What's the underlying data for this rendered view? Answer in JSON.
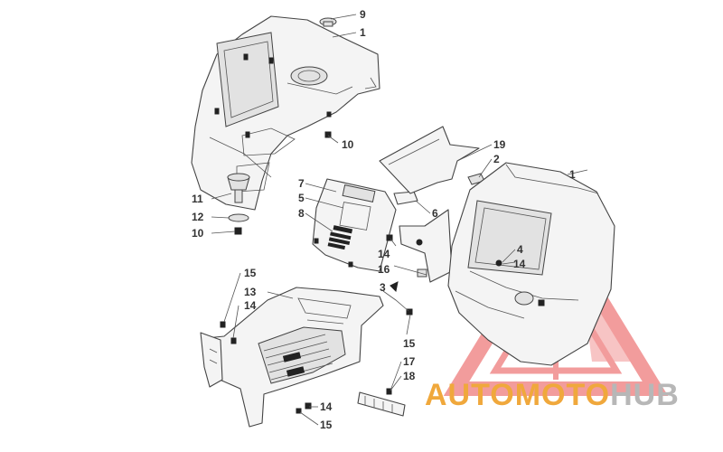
{
  "diagram": {
    "callouts": [
      {
        "id": "c9a",
        "label": "9"
      },
      {
        "id": "c1a",
        "label": "1"
      },
      {
        "id": "c10a",
        "label": "10"
      },
      {
        "id": "c11",
        "label": "11"
      },
      {
        "id": "c12",
        "label": "12"
      },
      {
        "id": "c10b",
        "label": "10"
      },
      {
        "id": "c7",
        "label": "7"
      },
      {
        "id": "c5",
        "label": "5"
      },
      {
        "id": "c8",
        "label": "8"
      },
      {
        "id": "c6",
        "label": "6"
      },
      {
        "id": "c19",
        "label": "19"
      },
      {
        "id": "c2",
        "label": "2"
      },
      {
        "id": "c1b",
        "label": "1"
      },
      {
        "id": "c14a",
        "label": "14"
      },
      {
        "id": "c16",
        "label": "16"
      },
      {
        "id": "c4",
        "label": "4"
      },
      {
        "id": "c14b",
        "label": "14"
      },
      {
        "id": "c3",
        "label": "3"
      },
      {
        "id": "c15a",
        "label": "15"
      },
      {
        "id": "c13",
        "label": "13"
      },
      {
        "id": "c14c",
        "label": "14"
      },
      {
        "id": "c15b",
        "label": "15"
      },
      {
        "id": "c17",
        "label": "17"
      },
      {
        "id": "c18",
        "label": "18"
      },
      {
        "id": "c14d",
        "label": "14"
      },
      {
        "id": "c15c",
        "label": "15"
      }
    ]
  },
  "watermark": {
    "part1": "AUTO",
    "part2": "MOTO",
    "part3": "HUB",
    "color_primary": "#f0a83c",
    "color_secondary": "#b7b7b7",
    "color_triangle": "#e84c4c"
  }
}
